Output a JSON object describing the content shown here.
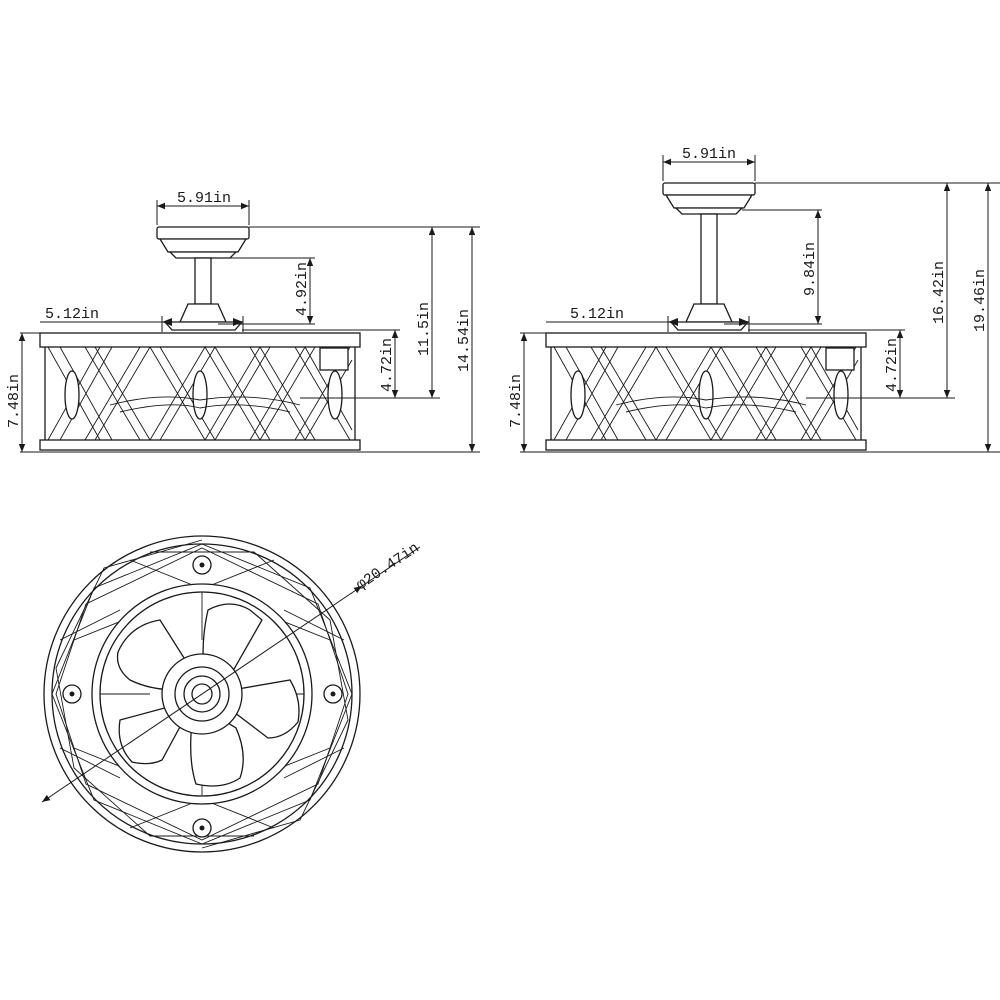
{
  "colors": {
    "line": "#1a1a1a",
    "background": "#ffffff"
  },
  "left_view": {
    "canopy_width": "5.91in",
    "downrod_length": "4.92in",
    "hub_width": "5.12in",
    "overall_height": "11.5in",
    "body_height": "7.48in",
    "to_blades": "4.72in",
    "total_height": "14.54in"
  },
  "right_view": {
    "canopy_width": "5.91in",
    "downrod_length": "9.84in",
    "hub_width": "5.12in",
    "overall_height": "16.42in",
    "body_height": "7.48in",
    "to_blades": "4.72in",
    "total_height": "19.46in"
  },
  "bottom_view": {
    "diameter": "φ20.47in"
  }
}
